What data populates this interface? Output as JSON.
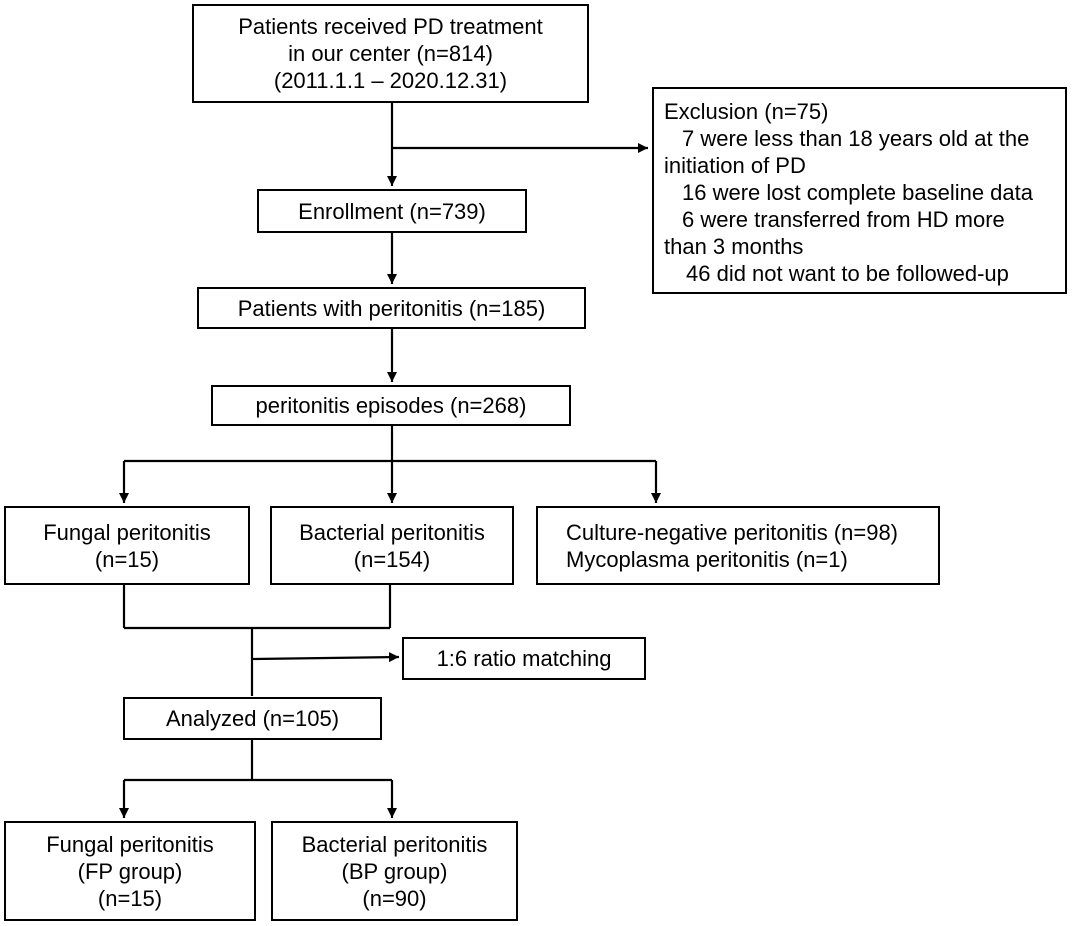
{
  "boxes": {
    "start": {
      "lines": [
        "Patients received PD treatment",
        "in our center (n=814)",
        "(2011.1.1 – 2020.12.31)"
      ]
    },
    "exclusion": {
      "lines": [
        "Exclusion (n=75)",
        "  7 were less than 18 years old at the",
        "initiation of PD",
        "  16 were lost complete baseline data",
        "  6 were transferred from HD more",
        "than 3 months",
        "  46 did not want to be followed-up"
      ]
    },
    "enrollment": {
      "lines": [
        "Enrollment (n=739)"
      ]
    },
    "peritonitis_patients": {
      "lines": [
        "Patients with peritonitis (n=185)"
      ]
    },
    "episodes": {
      "lines": [
        "peritonitis episodes (n=268)"
      ]
    },
    "fungal": {
      "lines": [
        "Fungal peritonitis",
        "(n=15)"
      ]
    },
    "bacterial": {
      "lines": [
        "Bacterial peritonitis",
        "(n=154)"
      ]
    },
    "culture_negative": {
      "lines": [
        "Culture-negative peritonitis (n=98)",
        "Mycoplasma peritonitis (n=1)"
      ]
    },
    "matching": {
      "lines": [
        "1:6 ratio matching"
      ]
    },
    "analyzed": {
      "lines": [
        "Analyzed (n=105)"
      ]
    },
    "fp_group": {
      "lines": [
        "Fungal peritonitis",
        "(FP group)",
        "(n=15)"
      ]
    },
    "bp_group": {
      "lines": [
        "Bacterial peritonitis",
        "(BP group)",
        "(n=90)"
      ]
    }
  },
  "colors": {
    "stroke": "#000000",
    "background": "#ffffff"
  }
}
